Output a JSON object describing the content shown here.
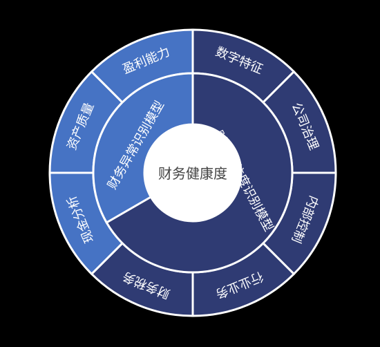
{
  "center": {
    "label": "财务健康度"
  },
  "inner_ring": [
    {
      "label": "财务异常识别模型",
      "color": "#4673c4"
    },
    {
      "label": "财报可信度识别模型",
      "color": "#2f3b73"
    }
  ],
  "outer_ring": [
    {
      "label": "数字特征",
      "color": "#2f3b73"
    },
    {
      "label": "公司治理",
      "color": "#2f3b73"
    },
    {
      "label": "内部控制",
      "color": "#2f3b73"
    },
    {
      "label": "行业业务",
      "color": "#2f3b73"
    },
    {
      "label": "财务税务",
      "color": "#2f3b73"
    },
    {
      "label": "现金分析",
      "color": "#4673c4"
    },
    {
      "label": "资产质量",
      "color": "#4673c4"
    },
    {
      "label": "盈利能力",
      "color": "#4673c4"
    }
  ],
  "colors": {
    "text": "#ffffff",
    "center_text": "#444444",
    "border": "#ffffff",
    "center_fill": "#ffffff"
  }
}
